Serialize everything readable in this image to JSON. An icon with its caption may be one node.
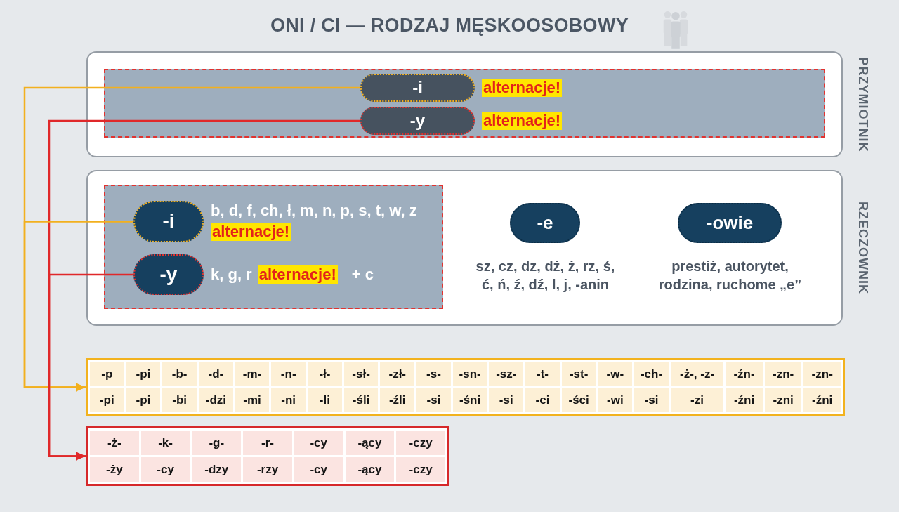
{
  "diagram": {
    "title": "ONI / CI — RODZAJ MĘSKOOSOBOWY",
    "nodes": [
      {
        "text": [
          "PRZYMIOTNIK"
        ]
      },
      {
        "text": [],
        "shape": "box",
        "in": 0
      },
      {
        "text": [
          "-i"
        ],
        "in": 1,
        "beside": [
          "alternacje!"
        ]
      },
      {
        "text": [
          "-y"
        ],
        "in": 1,
        "beside": [
          "alternacje!"
        ]
      },
      {
        "text": [
          "RZECZOWNIK"
        ]
      },
      {
        "text": [],
        "shape": "box",
        "in": 4
      },
      {
        "text": [
          "-i"
        ],
        "in": 5,
        "beside": [
          "b, d, f, ch, ł, m, n, p, s, t, w, z",
          "alternacje!"
        ]
      },
      {
        "text": [
          "-y"
        ],
        "in": 5,
        "beside": [
          "k, g, r",
          "alternacje!",
          "+ c"
        ]
      },
      {
        "text": [
          "-e"
        ],
        "in": 4,
        "beside": [
          "sz, cz, dz, dż, ż, rz, ś, ć, ń, ź, dź, l, j, -anin"
        ]
      },
      {
        "text": [
          "-owie"
        ],
        "in": 4,
        "beside": [
          "prestiż, autorytet, rodzina, ruchome „e”"
        ]
      },
      {
        "text": [
          "-p",
          "-pi",
          "-b-",
          "-d-",
          "-m-",
          "-n-",
          "-ł-",
          "-sł-",
          "-zł-",
          "-s-",
          "-sn-",
          "-sz-",
          "-t-",
          "-st-",
          "-w-",
          "-ch-",
          "-ż-, -z-",
          "-źn-",
          "-zn-",
          "-zn-",
          "-pi",
          "-pi",
          "-bi",
          "-dzi",
          "-mi",
          "-ni",
          "-li",
          "-śli",
          "-źli",
          "-si",
          "-śni",
          "-si",
          "-ci",
          "-ści",
          "-wi",
          "-si",
          "-zi",
          "-źni",
          "-zni",
          "-źni"
        ]
      },
      {
        "text": [
          "-ż-",
          "-k-",
          "-g-",
          "-r-",
          "-cy",
          "-ący",
          "-czy",
          "-ży",
          "-cy",
          "-dzy",
          "-rzy",
          "-cy",
          "-ący",
          "-czy"
        ]
      }
    ],
    "edges": [
      {
        "from": 2,
        "to": 10,
        "arrow": "to",
        "color": "#f2b01e"
      },
      {
        "from": 3,
        "to": 11,
        "arrow": "to",
        "color": "#e0282a"
      },
      {
        "from": 6,
        "to": 10,
        "arrow": "to",
        "color": "#f2b01e"
      },
      {
        "from": 7,
        "to": 11,
        "arrow": "to",
        "color": "#e0282a"
      }
    ]
  }
}
